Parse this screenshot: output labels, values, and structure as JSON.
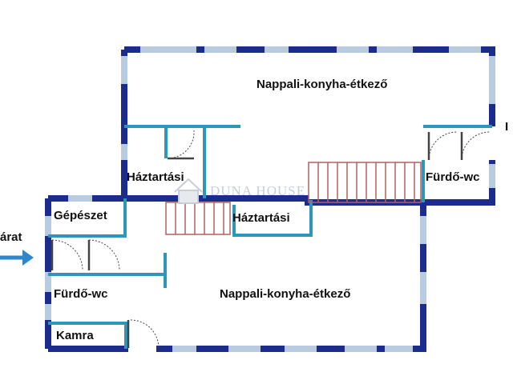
{
  "labels": {
    "upper_living": "Nappali-konyha-étkező",
    "upper_utility": "Háztartási",
    "upper_bath": "Fürdő-wc",
    "edge_letter": "I",
    "lower_mechanical": "Gépészet",
    "lower_utility": "Háztartási",
    "lower_bath": "Fürdő-wc",
    "lower_pantry": "Kamra",
    "lower_living": "Nappali-konyha-étkező",
    "entrance": "árat"
  },
  "watermark": {
    "text": "DUNA HOUSE"
  },
  "colors": {
    "outer_wall": "#1c2c8c",
    "inner_wall": "#2e97b8",
    "window": "#b9cbe0",
    "stairs": "#b06060",
    "arrow": "#2f86c9",
    "door": "#444444"
  },
  "icons": {
    "entrance_arrow": "arrow-right-icon",
    "watermark_logo": "house-logo-icon"
  }
}
